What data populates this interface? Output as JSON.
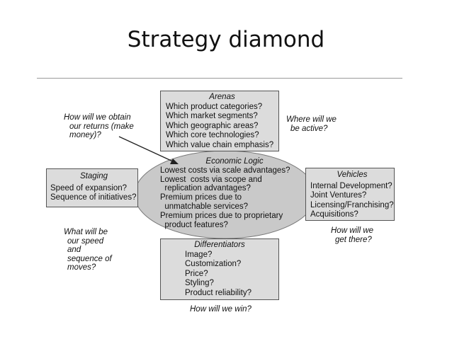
{
  "slide": {
    "title": "Strategy diamond"
  },
  "arenas": {
    "heading": "Arenas",
    "items": [
      "Which product categories?",
      "Which market segments?",
      "Which geographic areas?",
      "Which core technologies?",
      "Which value chain emphasis?"
    ]
  },
  "economic_logic": {
    "heading": "Economic Logic",
    "lines": [
      "Lowest  costs via scale advantages?",
      "Lowest  costs via scope and",
      "  replication advantages?",
      "Premium prices due to",
      "  unmatchable services?",
      "Premium prices due to proprietary",
      "  product features?"
    ]
  },
  "staging": {
    "heading": "Staging",
    "items": [
      "Speed of expansion?",
      "Sequence of initiatives?"
    ]
  },
  "vehicles": {
    "heading": "Vehicles",
    "items": [
      "Internal Development?",
      "Joint Ventures?",
      "Licensing/Franchising?",
      "Acquisitions?"
    ]
  },
  "differentiators": {
    "heading": "Differentiators",
    "items": [
      "Image?",
      "Customization?",
      "Price?",
      "Styling?",
      "Product reliability?"
    ]
  },
  "questions": {
    "returns": [
      "How will we obtain",
      "our returns (make",
      "money)?"
    ],
    "where": [
      "Where will we",
      "be active?"
    ],
    "speed": [
      "What will be",
      "our speed",
      "and",
      "sequence of",
      "moves?"
    ],
    "there": [
      "How will we",
      "get there?"
    ],
    "win": [
      "How will we win?"
    ]
  },
  "colors": {
    "box_fill": "#dcdcdc",
    "ellipse_fill": "#c9c9c9",
    "border": "#555555"
  }
}
